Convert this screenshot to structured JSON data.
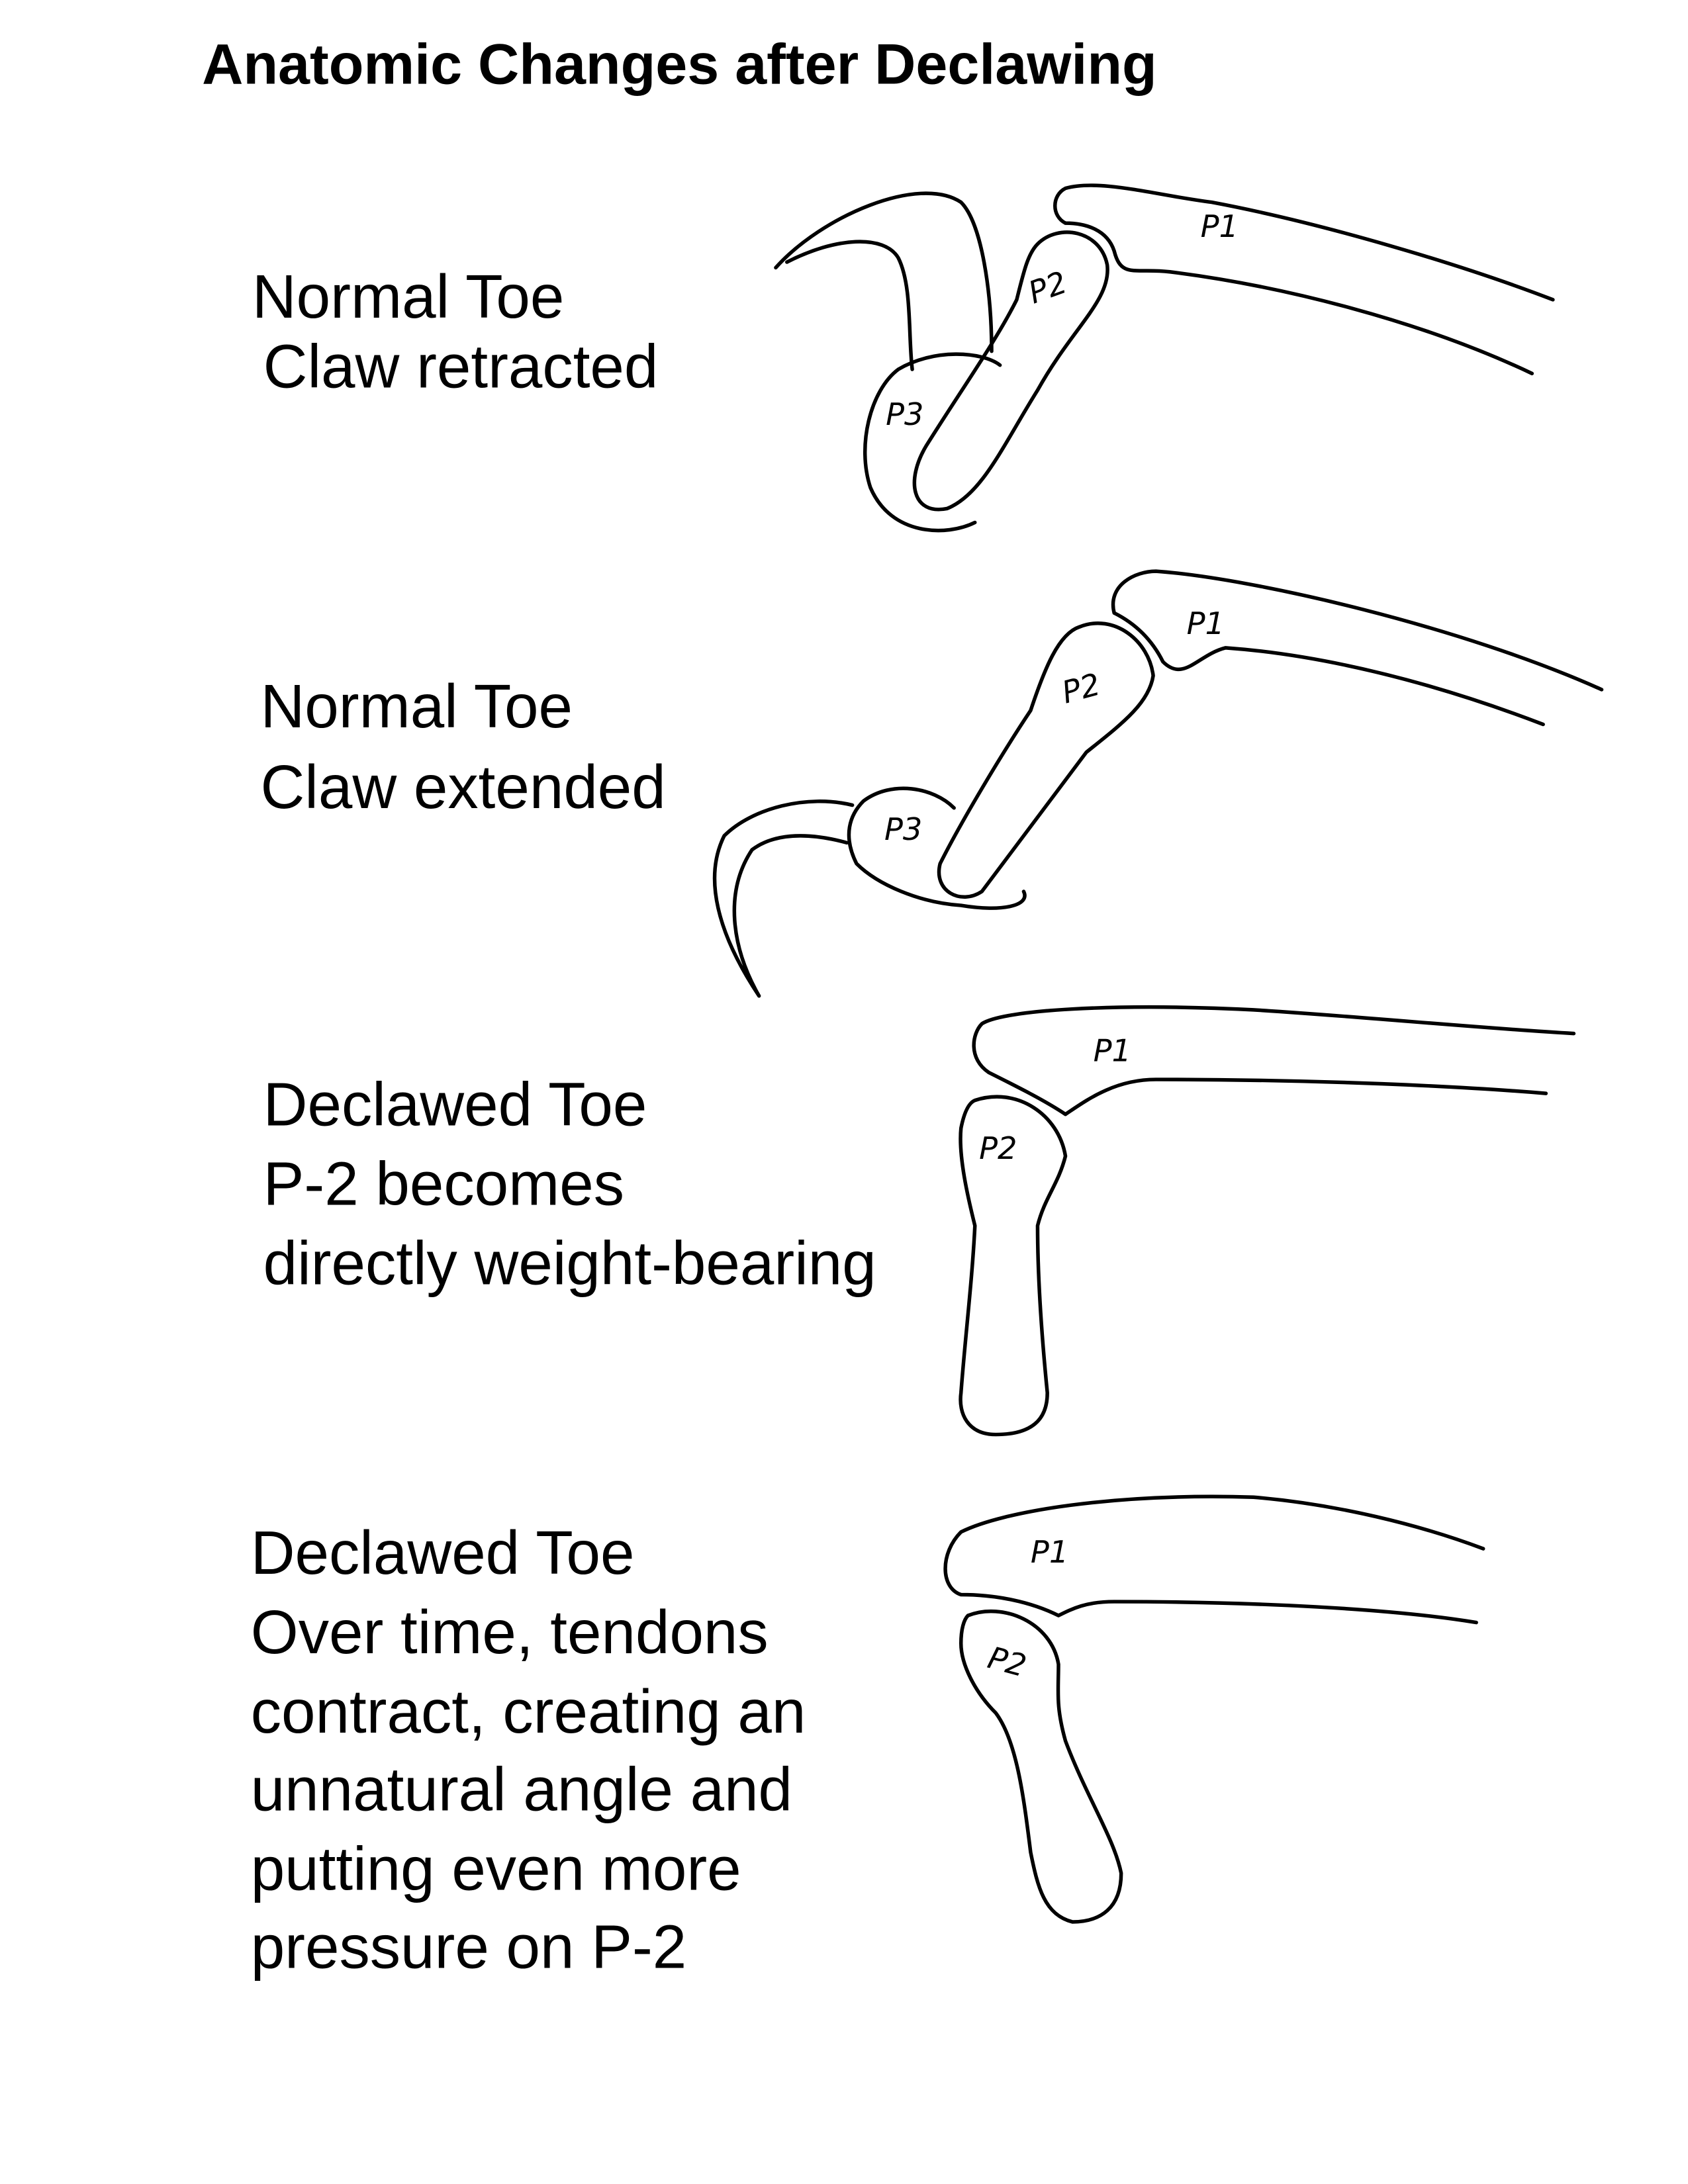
{
  "title": "Anatomic Changes after Declawing",
  "panels": [
    {
      "lines": [
        "Normal Toe",
        "Claw retracted"
      ],
      "labels": [
        "P1",
        "P2",
        "P3"
      ]
    },
    {
      "lines": [
        "Normal Toe",
        "Claw extended"
      ],
      "labels": [
        "P1",
        "P2",
        "P3"
      ]
    },
    {
      "lines": [
        "Declawed Toe",
        "P-2 becomes",
        "directly weight-bearing"
      ],
      "labels": [
        "P1",
        "P2"
      ]
    },
    {
      "lines": [
        "Declawed Toe",
        "Over time, tendons",
        "contract, creating an",
        "unnatural angle and",
        "putting even more",
        "pressure on P-2"
      ],
      "labels": [
        "P1",
        "P2"
      ]
    }
  ]
}
